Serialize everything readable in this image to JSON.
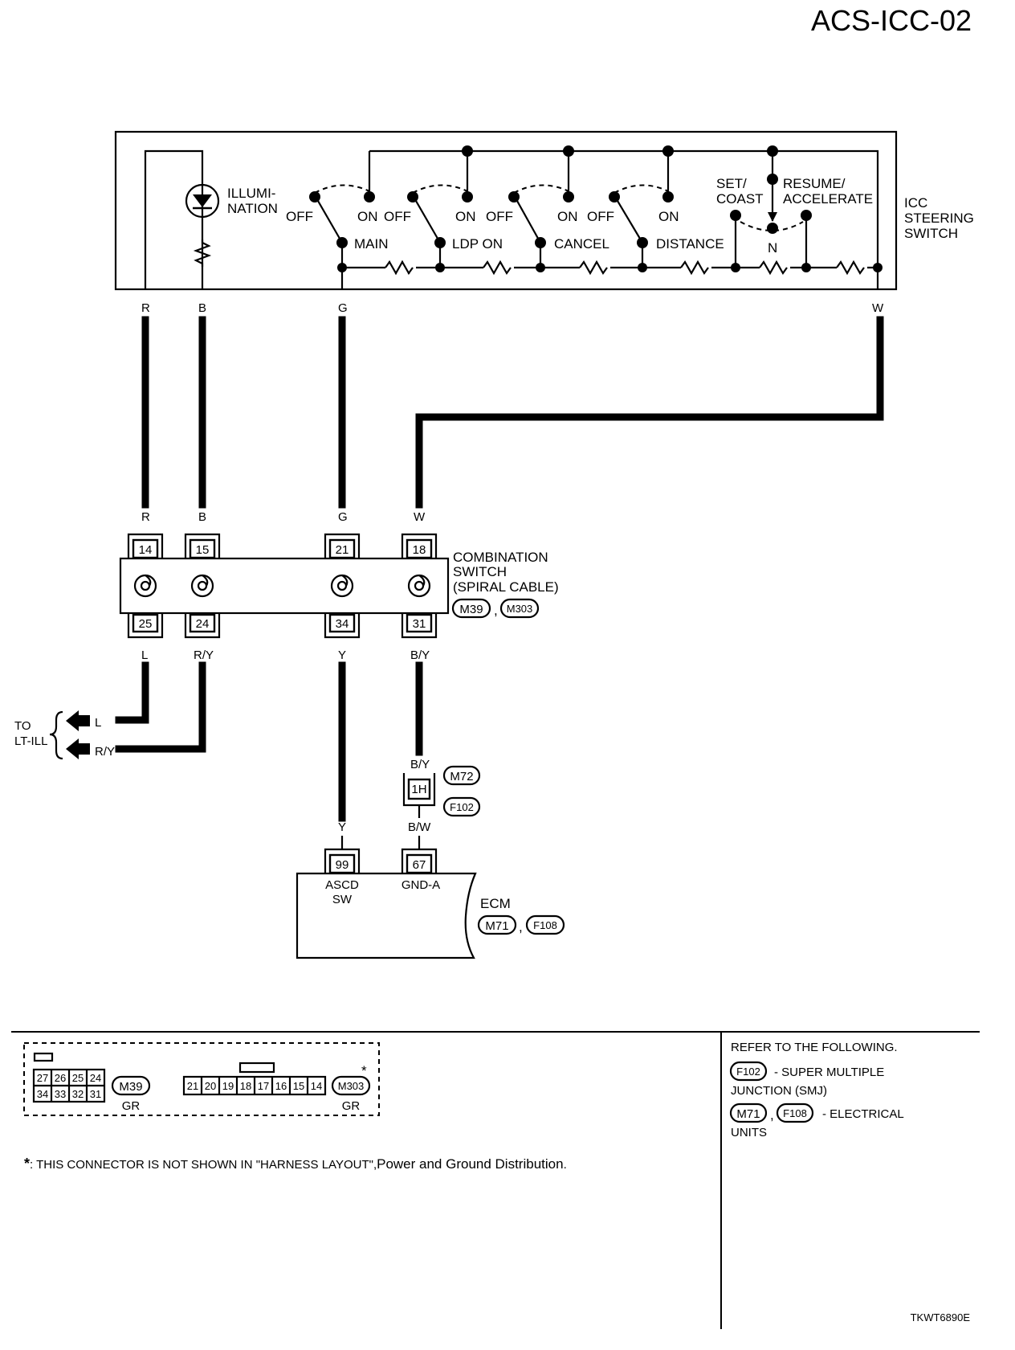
{
  "diagram": {
    "code": "ACS-ICC-02",
    "figure_id": "TKWT6890E",
    "icc_switch": {
      "label_line1": "ICC",
      "label_line2": "STEERING",
      "label_line3": "SWITCH",
      "illumination_line1": "ILLUMI-",
      "illumination_line2": "NATION",
      "switches": [
        {
          "name": "MAIN",
          "off": "OFF",
          "on": "ON"
        },
        {
          "name": "LDP ON",
          "off": "OFF",
          "on": "ON"
        },
        {
          "name": "CANCEL",
          "off": "OFF",
          "on": "ON"
        },
        {
          "name": "DISTANCE",
          "off": "OFF",
          "on": "ON"
        }
      ],
      "set_coast_line1": "SET/",
      "set_coast_line2": "COAST",
      "resume_line1": "RESUME/",
      "resume_line2": "ACCELERATE",
      "neutral": "N"
    },
    "wires": {
      "upper": [
        "R",
        "B",
        "G",
        "W"
      ],
      "upper_combo": [
        "R",
        "B",
        "G",
        "W"
      ],
      "lower": [
        "L",
        "R/Y",
        "Y",
        "B/Y"
      ],
      "lt_ill": [
        "L",
        "R/Y"
      ],
      "bw_upper": "B/Y",
      "bw_lower": "B/W",
      "y_to_ecm": "Y"
    },
    "combination_switch": {
      "label_line1": "COMBINATION",
      "label_line2": "SWITCH",
      "label_line3": "(SPIRAL CABLE)",
      "conn1": "M39",
      "conn2": "M303",
      "sep": ",",
      "pins_top": [
        "14",
        "15",
        "21",
        "18"
      ],
      "pins_bottom": [
        "25",
        "24",
        "34",
        "31"
      ]
    },
    "to_lt_ill_line1": "TO",
    "to_lt_ill_line2": "LT-ILL",
    "joint": {
      "pin": "1H",
      "conn1": "M72",
      "conn2": "F102"
    },
    "ecm": {
      "label": "ECM",
      "conn1": "M71",
      "conn2": "F108",
      "sep": ",",
      "pins": [
        "99",
        "67"
      ],
      "pin1_line1": "ASCD",
      "pin1_line2": "SW",
      "pin2_line1": "GND-A"
    }
  },
  "legend": {
    "m39": {
      "code": "M39",
      "color": "GR",
      "row1": [
        "27",
        "26",
        "25",
        "24"
      ],
      "row2": [
        "34",
        "33",
        "32",
        "31"
      ]
    },
    "m303": {
      "code": "M303",
      "color": "GR",
      "row": [
        "21",
        "20",
        "19",
        "18",
        "17",
        "16",
        "15",
        "14"
      ],
      "star": "*"
    },
    "footnote_star": "*",
    "footnote_text": ": THIS CONNECTOR IS NOT SHOWN IN \"HARNESS LAYOUT\",",
    "footnote_bold": "Power and Ground Distribution",
    "footnote_end": ".",
    "refer_title": "REFER TO THE FOLLOWING.",
    "ref1_code": "F102",
    "ref1_text_line1": "- SUPER MULTIPLE",
    "ref1_text_line2": "JUNCTION (SMJ)",
    "ref2_code1": "M71",
    "ref2_sep": ",",
    "ref2_code2": "F108",
    "ref2_text_line1": "- ELECTRICAL",
    "ref2_text_line2": "UNITS"
  }
}
